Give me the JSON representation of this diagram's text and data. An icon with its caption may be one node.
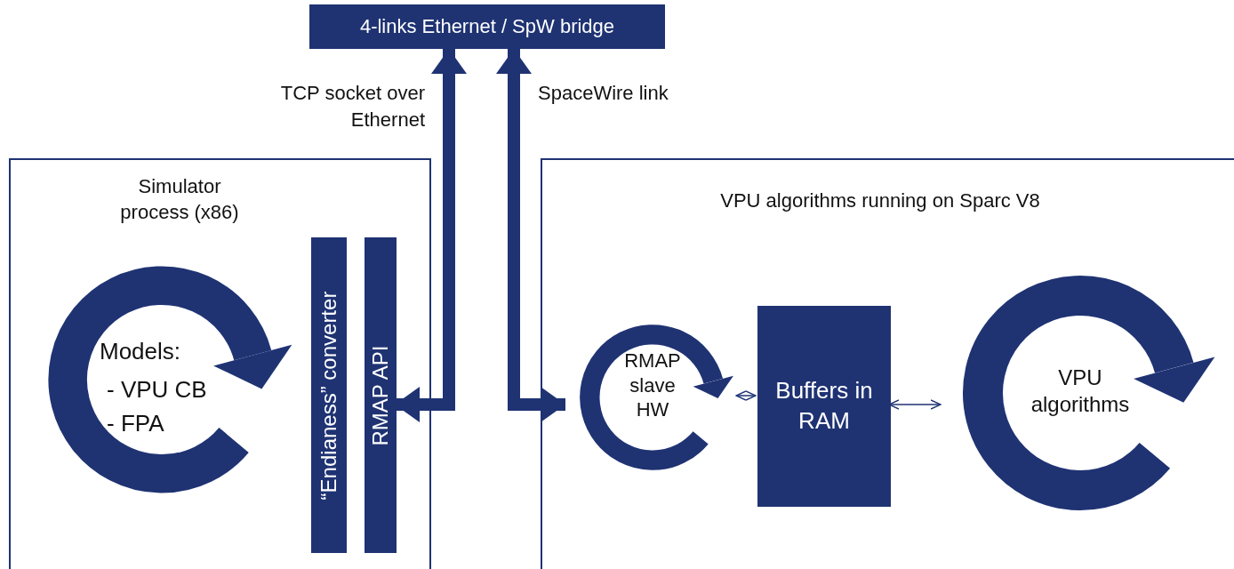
{
  "diagram": {
    "nodes": [
      {
        "text": [
          "4-links Ethernet / SpW bridge"
        ]
      },
      {
        "text": [
          "Simulator",
          "process (x86)"
        ]
      },
      {
        "text": [
          "“Endianess” converter"
        ],
        "in": 1
      },
      {
        "text": [
          "RMAP API"
        ],
        "in": 1
      },
      {
        "text": [
          "Models:",
          "- VPU CB",
          "- FPA"
        ],
        "in": 1
      },
      {
        "text": [
          "VPU algorithms running on Sparc V8"
        ]
      },
      {
        "text": [
          "RMAP slave HW"
        ],
        "in": 5
      },
      {
        "text": [
          "Buffers in RAM"
        ],
        "in": 5
      },
      {
        "text": [
          "VPU algorithms"
        ],
        "in": 5
      }
    ],
    "edges": [
      {
        "from": 0,
        "to": 3,
        "arrow": "both",
        "style": "thick",
        "label": "TCP socket over Ethernet"
      },
      {
        "from": 0,
        "to": 6,
        "arrow": "both",
        "style": "thick",
        "label": "SpaceWire link"
      },
      {
        "from": 6,
        "to": 7,
        "arrow": "both"
      },
      {
        "from": 7,
        "to": 8,
        "arrow": "both"
      }
    ]
  }
}
